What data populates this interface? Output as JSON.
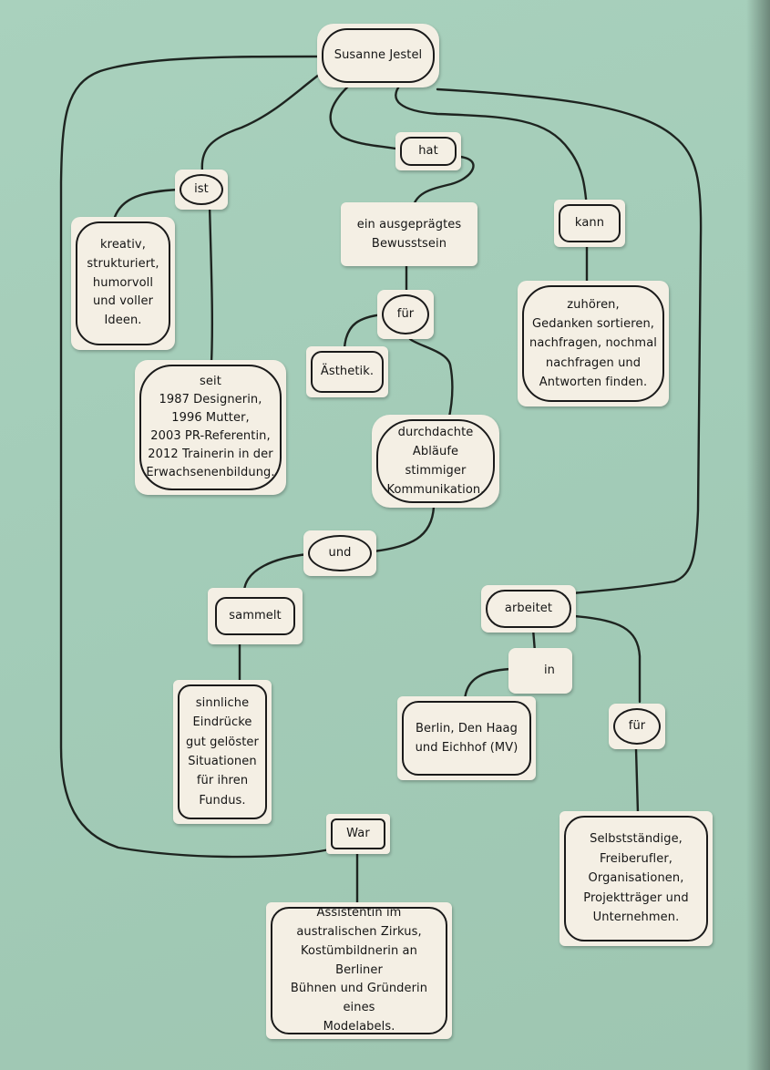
{
  "nodes": {
    "name": "Susanne Jestel",
    "ist": "ist",
    "hat": "hat",
    "kann": "kann",
    "kreativ": "kreativ,\nstrukturiert,\nhumorvoll\nund voller\nIdeen.",
    "bewusstsein": "ein ausgeprägtes\nBewusstsein",
    "fuer1": "für",
    "aesthetik": "Ästhetik.",
    "seit": "seit\n1987 Designerin,\n1996 Mutter,\n2003 PR-Referentin,\n2012 Trainerin in der\nErwachsenenbildung.",
    "ablaeufe": "durchdachte\nAbläufe stimmiger\nKommunikation.",
    "zuhoeren": "zuhören,\nGedanken sortieren,\nnachfragen, nochmal\nnachfragen und\nAntworten finden.",
    "und": "und",
    "sammelt": "sammelt",
    "arbeitet": "arbeitet",
    "in": "in",
    "fuer2": "für",
    "sinnliche": "sinnliche\nEindrücke\ngut gelöster\nSituationen\nfür ihren\nFundus.",
    "orte": "Berlin, Den Haag\nund Eichhof (MV)",
    "war": "War",
    "assistentin": "Assistentin im\naustralischen Zirkus,\nKostümbildnerin an Berliner\nBühnen und Gründerin eines\nModelabels.",
    "kunden": "Selbstständige,\nFreiberufler,\nOrganisationen,\nProjektträger und\nUnternehmen."
  }
}
